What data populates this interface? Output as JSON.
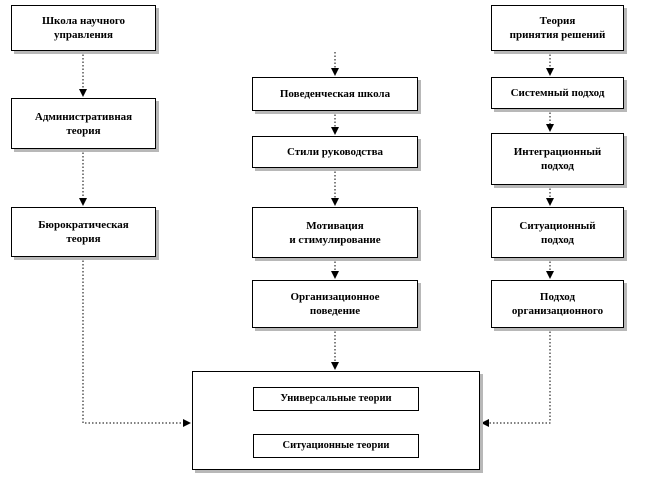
{
  "left_column": {
    "scientific_management": "Школа научного\nуправления",
    "administrative_theory": "Административная\nтеория",
    "bureaucratic_theory": "Бюрократическая\nтеория"
  },
  "middle_column": {
    "behavioral_school": "Поведенческая  школа",
    "leadership_styles": "Стили руководства",
    "motivation": "Мотивация\nи стимулирование",
    "organizational_behavior": "Организационное\nповедение"
  },
  "right_column": {
    "decision_theory": "Теория\nпринятия решений",
    "systems_approach": "Системный подход",
    "integration_approach": "Интеграционный\nподход",
    "situational_approach": "Ситуационный\nподход",
    "organizational_approach": "Подход\nорганизационного"
  },
  "bottom": {
    "universal_theories": "Универсальные теории",
    "situational_theories": "Ситуационные теории"
  }
}
